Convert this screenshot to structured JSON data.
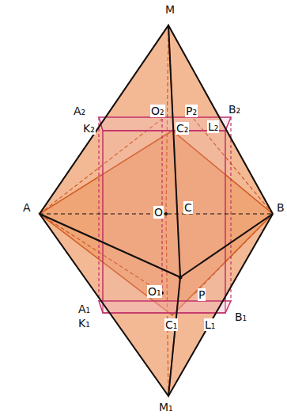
{
  "diagram": {
    "labels": [
      "M",
      "A₂",
      "O₂",
      "P₂",
      "B₂",
      "K₂",
      "C₂",
      "L₂",
      "A",
      "O",
      "C",
      "B",
      "O₁",
      "P",
      "A₁",
      "K₁",
      "C₁",
      "L₁",
      "B₁",
      "M₁"
    ]
  }
}
